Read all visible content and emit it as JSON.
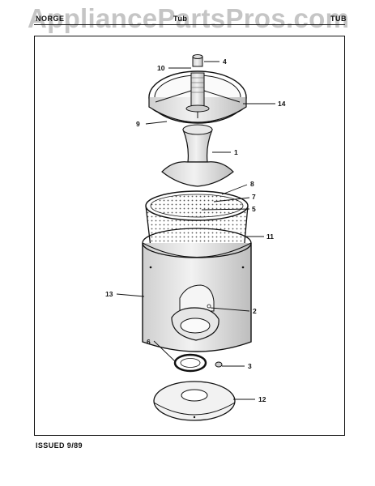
{
  "header": {
    "left": "NORGE",
    "center": "Tub",
    "right": "TUB"
  },
  "watermark": "AppliancePartsPros.com",
  "footer": "ISSUED 9/89",
  "callouts": [
    "1",
    "2",
    "3",
    "4",
    "5",
    "6",
    "7",
    "8",
    "9",
    "10",
    "11",
    "12",
    "13",
    "14"
  ]
}
